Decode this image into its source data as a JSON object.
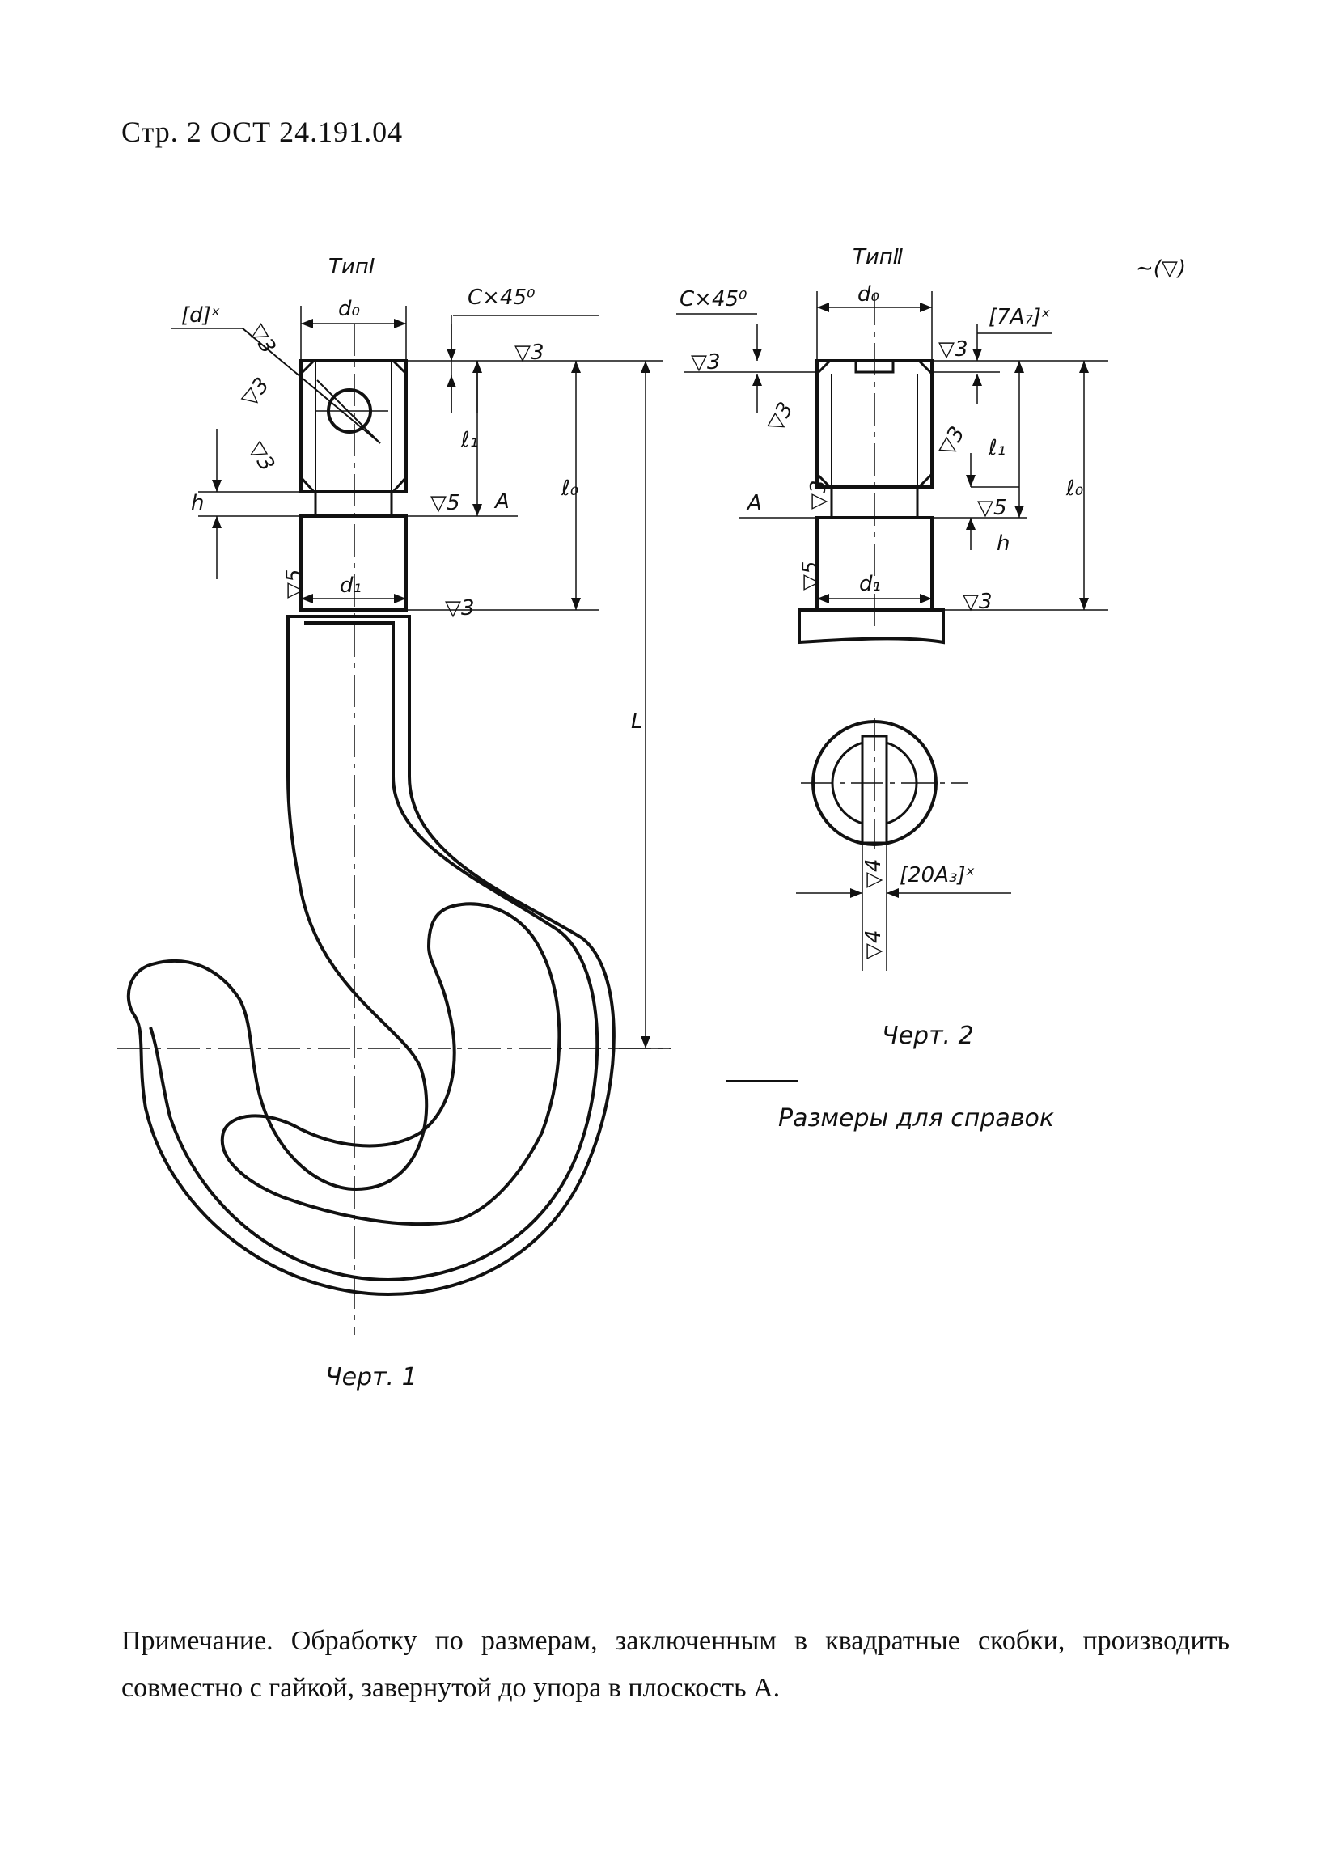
{
  "header": {
    "page_ref": "Стр. 2 ОСТ 24.191.04"
  },
  "figure1": {
    "type_label": "ТипI",
    "caption": "Черт. 1",
    "labels": {
      "d0": "d₀",
      "d1": "d₁",
      "chamfer": "C×45⁰",
      "hole": "[d]ˣ",
      "l0": "ℓ₀",
      "l1": "ℓ₁",
      "h": "h",
      "L": "L",
      "plane": "A",
      "r3a": "▽3",
      "r3b": "▽3",
      "r3c": "▽3",
      "r3d": "▽3",
      "r3e": "▽3",
      "r5a": "▽5",
      "r5b": "▽5"
    }
  },
  "figure2": {
    "type_label": "ТипⅡ",
    "caption": "Черт. 2",
    "labels": {
      "d0": "d₀",
      "d1": "d₁",
      "chamfer": "C×45⁰",
      "slot": "[7A₇]ˣ",
      "slot_width": "[20A₃]ˣ",
      "l0": "ℓ₀",
      "l1": "ℓ₁",
      "h": "h",
      "plane": "A",
      "r3a": "▽3",
      "r3b": "▽3",
      "r3c": "▽3",
      "r3d": "▽3",
      "r3e": "▽3",
      "r3f": "▽3",
      "r5a": "▽5",
      "r5b": "▽5",
      "r4a": "▽4",
      "r4b": "▽4"
    },
    "general_finish": "∼(▽)"
  },
  "reference_note": "Размеры для справок",
  "footnote": {
    "head": "Примечание.",
    "body": " Обработку по размерам, заключенным в квадратные скобки, производить совместно с гайкой, завернутой до упора в плоскость А."
  }
}
